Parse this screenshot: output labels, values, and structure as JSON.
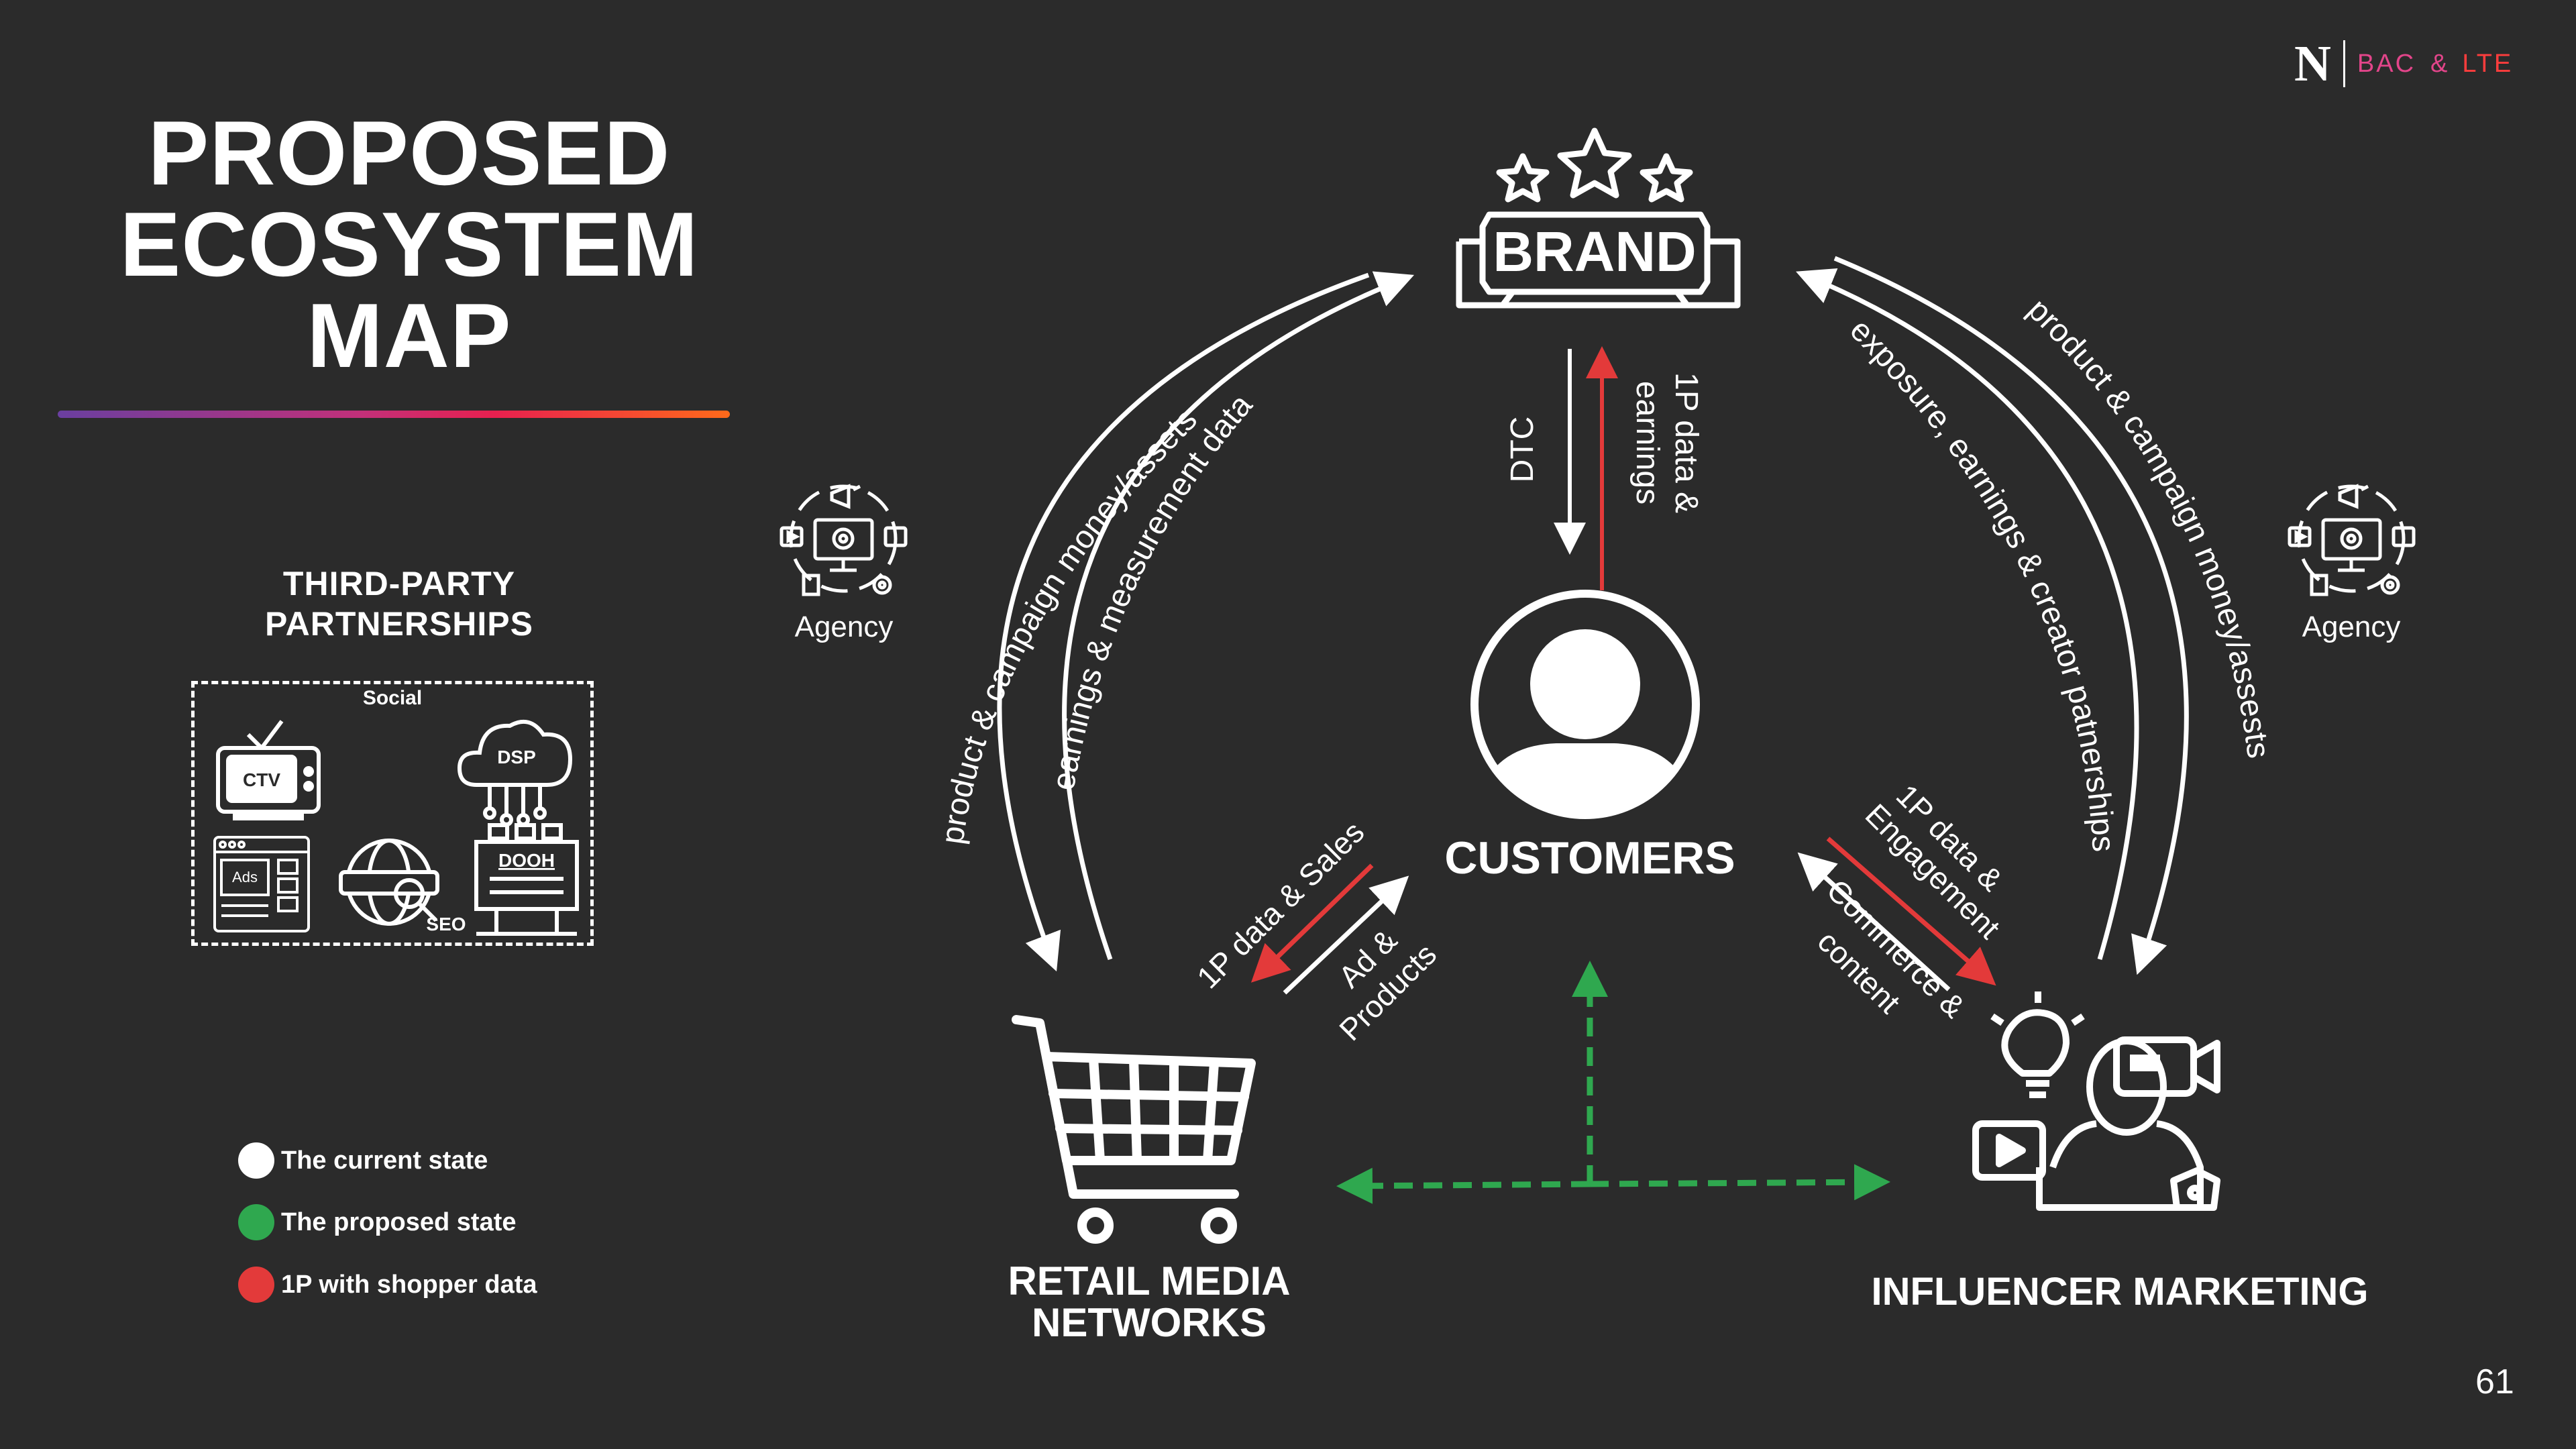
{
  "slide": {
    "title_lines": [
      "PROPOSED",
      "ECOSYSTEM",
      "MAP"
    ],
    "page_number": "61"
  },
  "logo": {
    "mark": "N",
    "text_part1": "BAC",
    "text_amp": "&",
    "text_part2": "LTE",
    "colors": {
      "primary": "#ffffff",
      "accent1": "#e2458a",
      "accent2": "#ff3d3d"
    }
  },
  "partnerships": {
    "title_lines": [
      "THIRD-PARTY",
      "PARTNERSHIPS"
    ],
    "social_label": "Social",
    "ctv_label": "CTV",
    "dsp_label": "DSP",
    "ads_label": "Ads",
    "dooh_label": "DOOH",
    "seo_label": "SEO"
  },
  "legend": [
    {
      "label": "The current state",
      "color": "#ffffff"
    },
    {
      "label": "The proposed state",
      "color": "#2fa84f"
    },
    {
      "label": "1P with shopper data",
      "color": "#e33a3a"
    }
  ],
  "nodes": {
    "brand": {
      "badge_text": "BRAND",
      "icon": "brand-stars-badge-icon"
    },
    "customers": {
      "label": "CUSTOMERS",
      "icon": "user-avatar-icon"
    },
    "retail": {
      "label_lines": [
        "RETAIL MEDIA",
        "NETWORKS"
      ],
      "icon": "shopping-cart-icon"
    },
    "influencer": {
      "label": "INFLUENCER MARKETING",
      "icon": "influencer-creator-icon"
    }
  },
  "agencies": {
    "left_label": "Agency",
    "right_label": "Agency"
  },
  "flows": {
    "left_outer": "product & campaign money/assets",
    "left_inner": "earnings & measurement data",
    "right_outer": "product & campaign money/assests",
    "right_inner": "exposure,  earnings & creator patnerships",
    "dtc": "DTC",
    "brand_up_line1": "1P data &",
    "brand_up_line2": "earnings",
    "retail_red": "1P data & Sales",
    "retail_white_line1": "Ad &",
    "retail_white_line2": "Products",
    "influencer_red_line1": "1P data &",
    "influencer_red_line2": "Engagement",
    "influencer_white_line1": "Commerce &",
    "influencer_white_line2": "content"
  },
  "colors": {
    "background": "#2b2b2b",
    "current_state": "#ffffff",
    "proposed_state": "#2fa84f",
    "shopper_data": "#e33a3a"
  }
}
